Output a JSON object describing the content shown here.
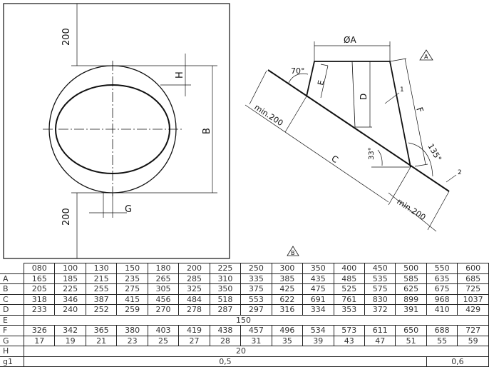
{
  "drawing": {
    "plan_view": {
      "dim_top": "200",
      "dim_bottom": "200",
      "dim_h": "H",
      "dim_b": "B",
      "dim_g": "G"
    },
    "section_view": {
      "dim_a": "ØA",
      "marker_a": "A",
      "angle_70": "70°",
      "dim_e": "E",
      "dim_d": "D",
      "dim_f": "F",
      "callout_1": "1",
      "callout_2": "2",
      "min_200_left": "min.200",
      "min_200_right": "min.200",
      "dim_c": "C",
      "angle_33": "33°",
      "angle_135": "135°"
    },
    "marker_b": "B"
  },
  "table": {
    "header": [
      "080",
      "100",
      "130",
      "150",
      "180",
      "200",
      "225",
      "250",
      "300",
      "350",
      "400",
      "450",
      "500",
      "550",
      "600"
    ],
    "rows": [
      {
        "label": "A",
        "values": [
          "165",
          "185",
          "215",
          "235",
          "265",
          "285",
          "310",
          "335",
          "385",
          "435",
          "485",
          "535",
          "585",
          "635",
          "685"
        ]
      },
      {
        "label": "B",
        "values": [
          "205",
          "225",
          "255",
          "275",
          "305",
          "325",
          "350",
          "375",
          "425",
          "475",
          "525",
          "575",
          "625",
          "675",
          "725"
        ]
      },
      {
        "label": "C",
        "values": [
          "318",
          "346",
          "387",
          "415",
          "456",
          "484",
          "518",
          "553",
          "622",
          "691",
          "761",
          "830",
          "899",
          "968",
          "1037"
        ]
      },
      {
        "label": "D",
        "values": [
          "233",
          "240",
          "252",
          "259",
          "270",
          "278",
          "287",
          "297",
          "316",
          "334",
          "353",
          "372",
          "391",
          "410",
          "429"
        ]
      },
      {
        "label": "E",
        "span_value": "150"
      },
      {
        "label": "F",
        "values": [
          "326",
          "342",
          "365",
          "380",
          "403",
          "419",
          "438",
          "457",
          "496",
          "534",
          "573",
          "611",
          "650",
          "688",
          "727"
        ]
      },
      {
        "label": "G",
        "values": [
          "17",
          "19",
          "21",
          "23",
          "25",
          "27",
          "28",
          "31",
          "35",
          "39",
          "43",
          "47",
          "51",
          "55",
          "59"
        ]
      },
      {
        "label": "H",
        "span_value": "20"
      },
      {
        "label": "g1",
        "split_values": [
          "0,5",
          "0,6"
        ]
      }
    ]
  }
}
